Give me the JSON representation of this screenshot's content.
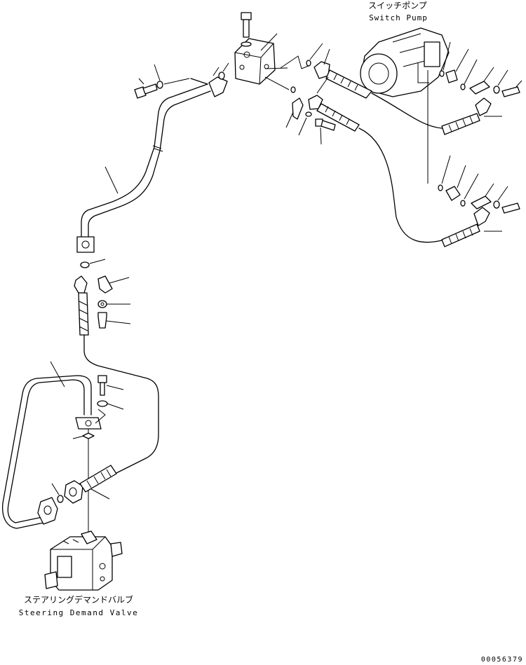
{
  "labels": {
    "switch_pump_jp": "スイッチポンプ",
    "switch_pump_en": "Switch Pump",
    "steering_valve_jp": "ステアリングデマンドバルブ",
    "steering_valve_en": "Steering Demand Valve"
  },
  "drawing_number": "00056379",
  "colors": {
    "line": "#000000",
    "background": "#ffffff"
  }
}
